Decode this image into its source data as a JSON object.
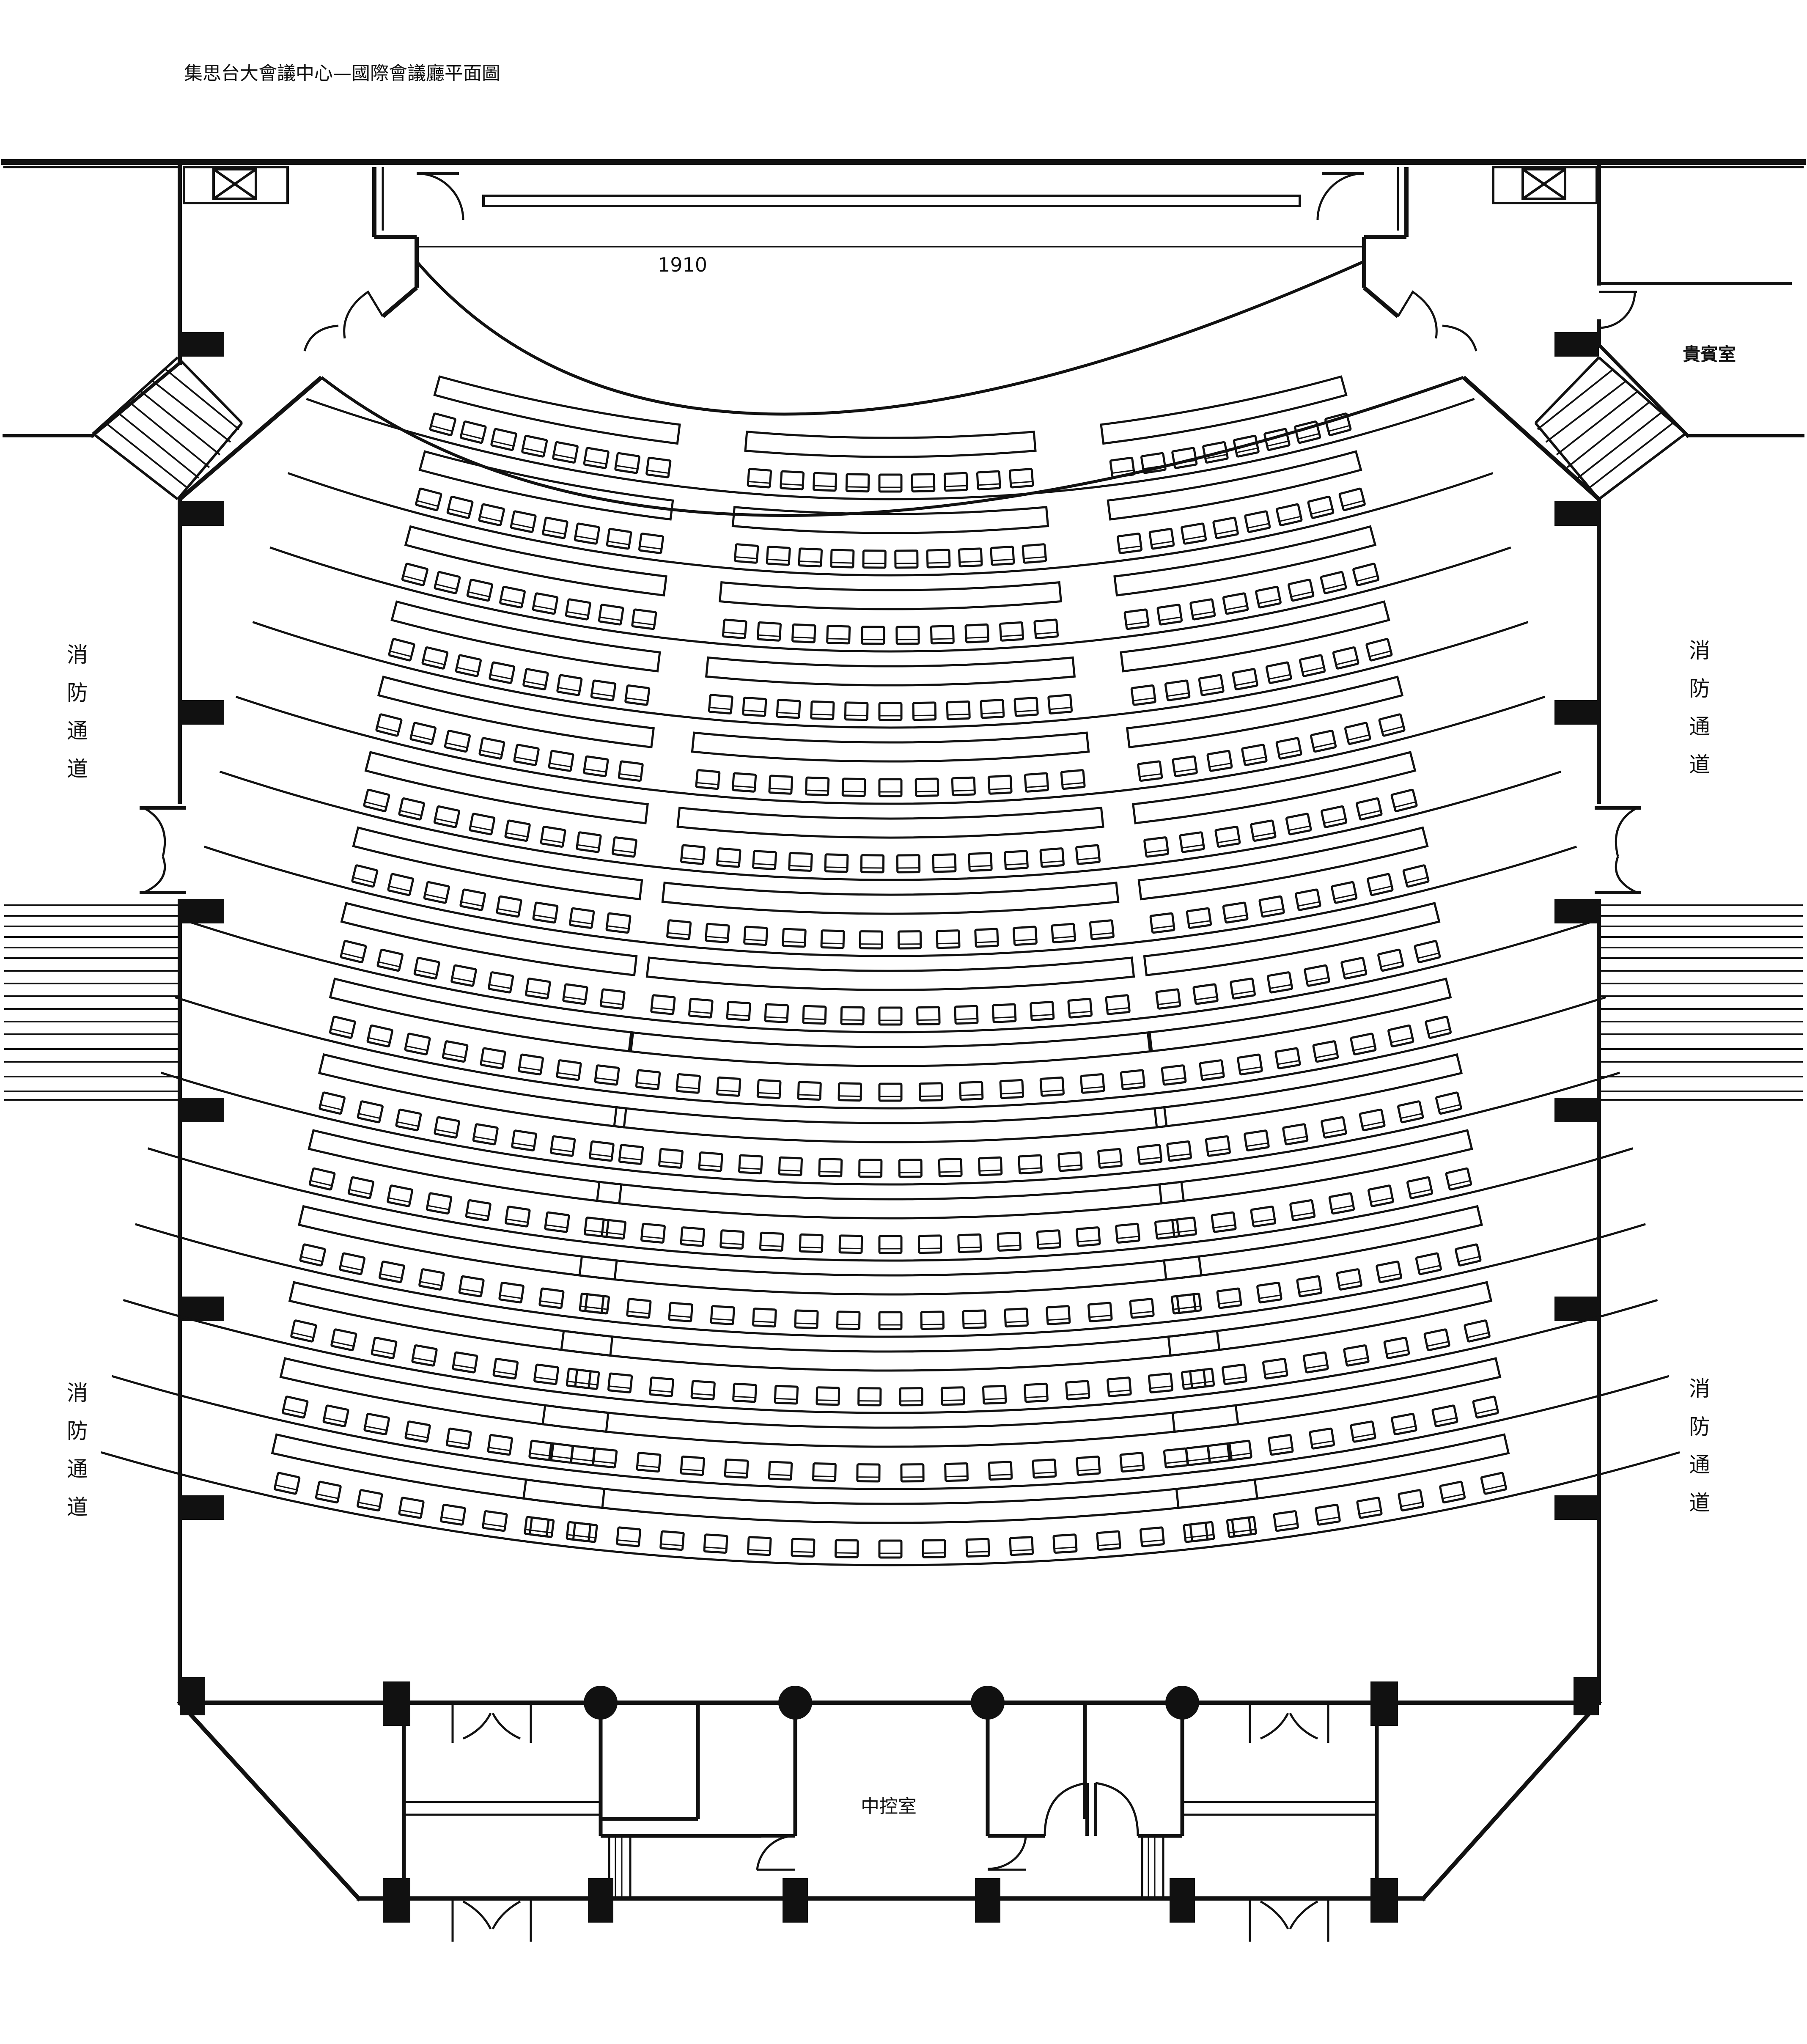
{
  "title": "集思台大會議中心—國際會議廳平面圖",
  "stage_width": "1910",
  "rooms": {
    "vip": "貴賓室",
    "control": "中控室"
  },
  "fire_passage": {
    "upper_left": [
      "消",
      "防",
      "通",
      "道"
    ],
    "upper_right": [
      "消",
      "防",
      "通",
      "道"
    ],
    "lower_left": [
      "消",
      "防",
      "通",
      "道"
    ],
    "lower_right": [
      "消",
      "防",
      "通",
      "道"
    ]
  },
  "seating": {
    "sections": [
      "left",
      "center",
      "right"
    ],
    "row_count": 15
  },
  "colors": {
    "line": "#111111",
    "background": "#ffffff",
    "fill": "#111111"
  }
}
